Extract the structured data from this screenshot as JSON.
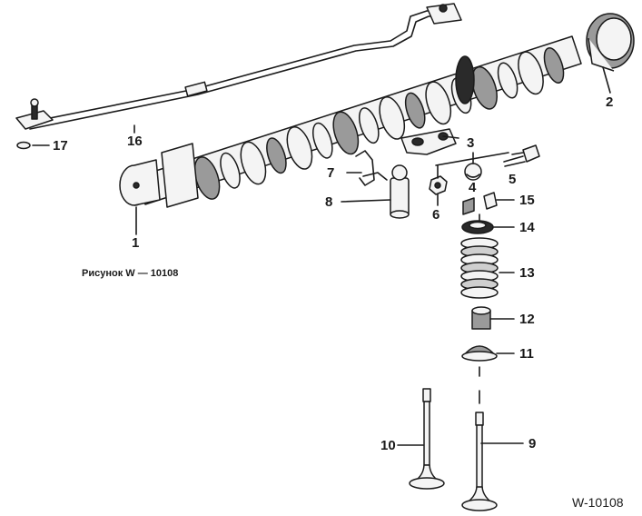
{
  "diagram": {
    "caption": "Рисунок W — 10108",
    "code": "W-10108",
    "parts": [
      {
        "id": "camshaft",
        "label": "1"
      },
      {
        "id": "seal",
        "label": "2"
      },
      {
        "id": "rocker-arm",
        "label": "3"
      },
      {
        "id": "pivot-ball",
        "label": "4"
      },
      {
        "id": "bolt",
        "label": "5"
      },
      {
        "id": "nut",
        "label": "6"
      },
      {
        "id": "spring-clip",
        "label": "7"
      },
      {
        "id": "lash-adjuster",
        "label": "8"
      },
      {
        "id": "intake-valve",
        "label": "9"
      },
      {
        "id": "exhaust-valve",
        "label": "10"
      },
      {
        "id": "spring-seat",
        "label": "11"
      },
      {
        "id": "valve-stem-seal",
        "label": "12"
      },
      {
        "id": "valve-spring",
        "label": "13"
      },
      {
        "id": "spring-retainer",
        "label": "14"
      },
      {
        "id": "valve-keepers",
        "label": "15"
      },
      {
        "id": "oil-tube",
        "label": "16"
      },
      {
        "id": "washer",
        "label": "17"
      }
    ]
  },
  "colors": {
    "ink": "#1a1a1a",
    "background": "#ffffff"
  }
}
